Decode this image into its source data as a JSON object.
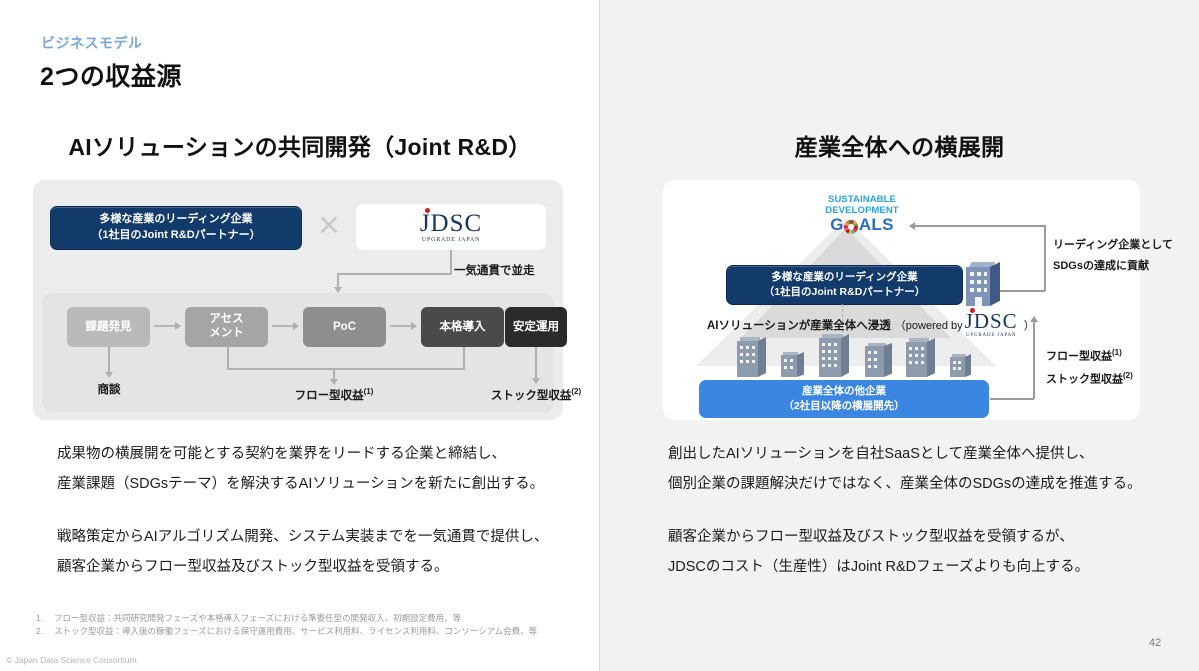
{
  "header": {
    "eyebrow": "ビジネスモデル",
    "title": "2つの収益源"
  },
  "columns": {
    "left": {
      "heading": "AIソリューションの共同開発（Joint R&D）",
      "partner_box": {
        "line1": "多様な産業のリーディング企業",
        "line2": "（1社目のJoint R&Dパートナー）"
      },
      "times_symbol": "✕",
      "logo": {
        "word": "JDSC",
        "sub": "UPGRADE JAPAN"
      },
      "parallel_label": "一気通貫で並走",
      "pipeline": {
        "stages": [
          {
            "label": "課題発見",
            "color": "#b9b9b9"
          },
          {
            "label1": "アセス",
            "label2": "メント",
            "color": "#a5a5a5"
          },
          {
            "label": "PoC",
            "color": "#8e8e8e"
          },
          {
            "label": "本格導入",
            "color": "#4a4a4a"
          },
          {
            "label": "安定運用",
            "color": "#2b2b2b"
          }
        ]
      },
      "outcomes": {
        "negotiation": "商談",
        "flow": "フロー型収益",
        "flow_sup": "(1)",
        "stock": "ストック型収益",
        "stock_sup": "(2)"
      },
      "body": {
        "p1_l1": "成果物の横展開を可能とする契約を業界をリードする企業と締結し、",
        "p1_l2": "産業課題（SDGsテーマ）を解決するAIソリューションを新たに創出する。",
        "p2_l1": "戦略策定からAIアルゴリズム開発、システム実装までを一気通貫で提供し、",
        "p2_l2": "顧客企業からフロー型収益及びストック型収益を受領する。"
      }
    },
    "right": {
      "heading": "産業全体への横展開",
      "sdgs": {
        "line1": "SUSTAINABLE",
        "line2": "DEVELOPMENT",
        "line3_pre": "G",
        "line3_post": "ALS"
      },
      "leading_box": {
        "line1": "多様な産業のリーディング企業",
        "line2": "（1社目のJoint R&Dパートナー）"
      },
      "contribution_note": {
        "line1": "リーディング企業として",
        "line2": "SDGsの達成に貢献"
      },
      "penetration": {
        "bold": "AIソリューションが産業全体へ浸透",
        "powered_pre": "（powered by",
        "powered_post": "）"
      },
      "logo": {
        "word": "JDSC",
        "sub": "UPGRADE JAPAN"
      },
      "others_box": {
        "line1": "産業全体の他企業",
        "line2": "（2社目以降の横展開先）"
      },
      "revenue_note": {
        "flow": "フロー型収益",
        "flow_sup": "(1)",
        "stock": "ストック型収益",
        "stock_sup": "(2)"
      },
      "body": {
        "p1_l1": "創出したAIソリューションを自社SaaSとして産業全体へ提供し、",
        "p1_l2": "個別企業の課題解決だけではなく、産業全体のSDGsの達成を推進する。",
        "p2_l1": "顧客企業からフロー型収益及びストック型収益を受領するが、",
        "p2_l2": "JDSCのコスト（生産性）はJoint R&Dフェーズよりも向上する。"
      }
    }
  },
  "footer": {
    "footnote1_num": "1.",
    "footnote1": "フロー型収益：共同研究開発フェーズや本格導入フェーズにおける準委任型の開発収入、初期設定費用、等",
    "footnote2_num": "2.",
    "footnote2": "ストック型収益：導入後の稼働フェーズにおける保守運用費用、サービス利用料、ライセンス利用料、コンソーシアム会費、等",
    "copyright": "© Japan Data Science Consortium.",
    "page_number": "42"
  },
  "colors": {
    "accent_eyebrow": "#7ba7d7",
    "navy": "#123a6b",
    "blue": "#3b86e0",
    "panel_bg": "#f2f2f2",
    "diagram_bg": "#ececec"
  }
}
